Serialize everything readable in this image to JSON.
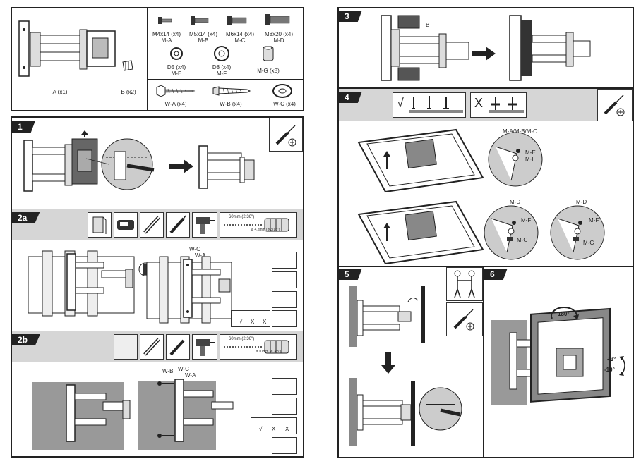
{
  "parts": {
    "bracket_label": "A (x1)",
    "spacer_label": "B (x2)",
    "screws": [
      {
        "size": "M4x14 (x4)",
        "code": "M-A"
      },
      {
        "size": "M5x14 (x4)",
        "code": "M-B"
      },
      {
        "size": "M6x14 (x4)",
        "code": "M-C"
      },
      {
        "size": "M8x20 (x4)",
        "code": "M-D"
      }
    ],
    "washers": [
      {
        "size": "D5 (x4)",
        "code": "M-E"
      },
      {
        "size": "D8 (x4)",
        "code": "M-F"
      },
      {
        "size": "",
        "code": "M-G (x8)"
      }
    ],
    "wall_hardware": [
      {
        "label": "W-A (x4)"
      },
      {
        "label": "W-B (x4)"
      },
      {
        "label": "W-C (x4)"
      }
    ]
  },
  "steps": {
    "s1": "1",
    "s2a": "2a",
    "s2b": "2b",
    "s3": "3",
    "s4": "4",
    "s5": "5",
    "s6": "6"
  },
  "step2a": {
    "drill_depth": "60mm (2.36\")",
    "drill_dia": "ø 4.2mm (ø 3/16\")",
    "labels": {
      "wc": "W-C",
      "wa": "W-A"
    },
    "check": "√",
    "cross1": "X",
    "cross2": "X"
  },
  "step2b": {
    "drill_depth": "60mm (2.36\")",
    "drill_dia": "ø 10mm (ø 3/8\")",
    "labels": {
      "wb": "W-B",
      "wc": "W-C",
      "wa": "W-A"
    },
    "check": "√",
    "cross1": "X",
    "cross2": "X"
  },
  "step3": {
    "spacer_callout": "B"
  },
  "step4": {
    "callout_top": "M-A/M-B/M-C",
    "me": "M-E",
    "mf": "M-F",
    "md": "M-D",
    "mf2": "M-F",
    "mg": "M-G",
    "md2": "M-D",
    "mf3": "M-F",
    "mg2": "M-G",
    "check": "√",
    "cross": "X"
  },
  "step6": {
    "rotate": "180°",
    "tilt_up": "+3°",
    "tilt_down": "-10°"
  }
}
